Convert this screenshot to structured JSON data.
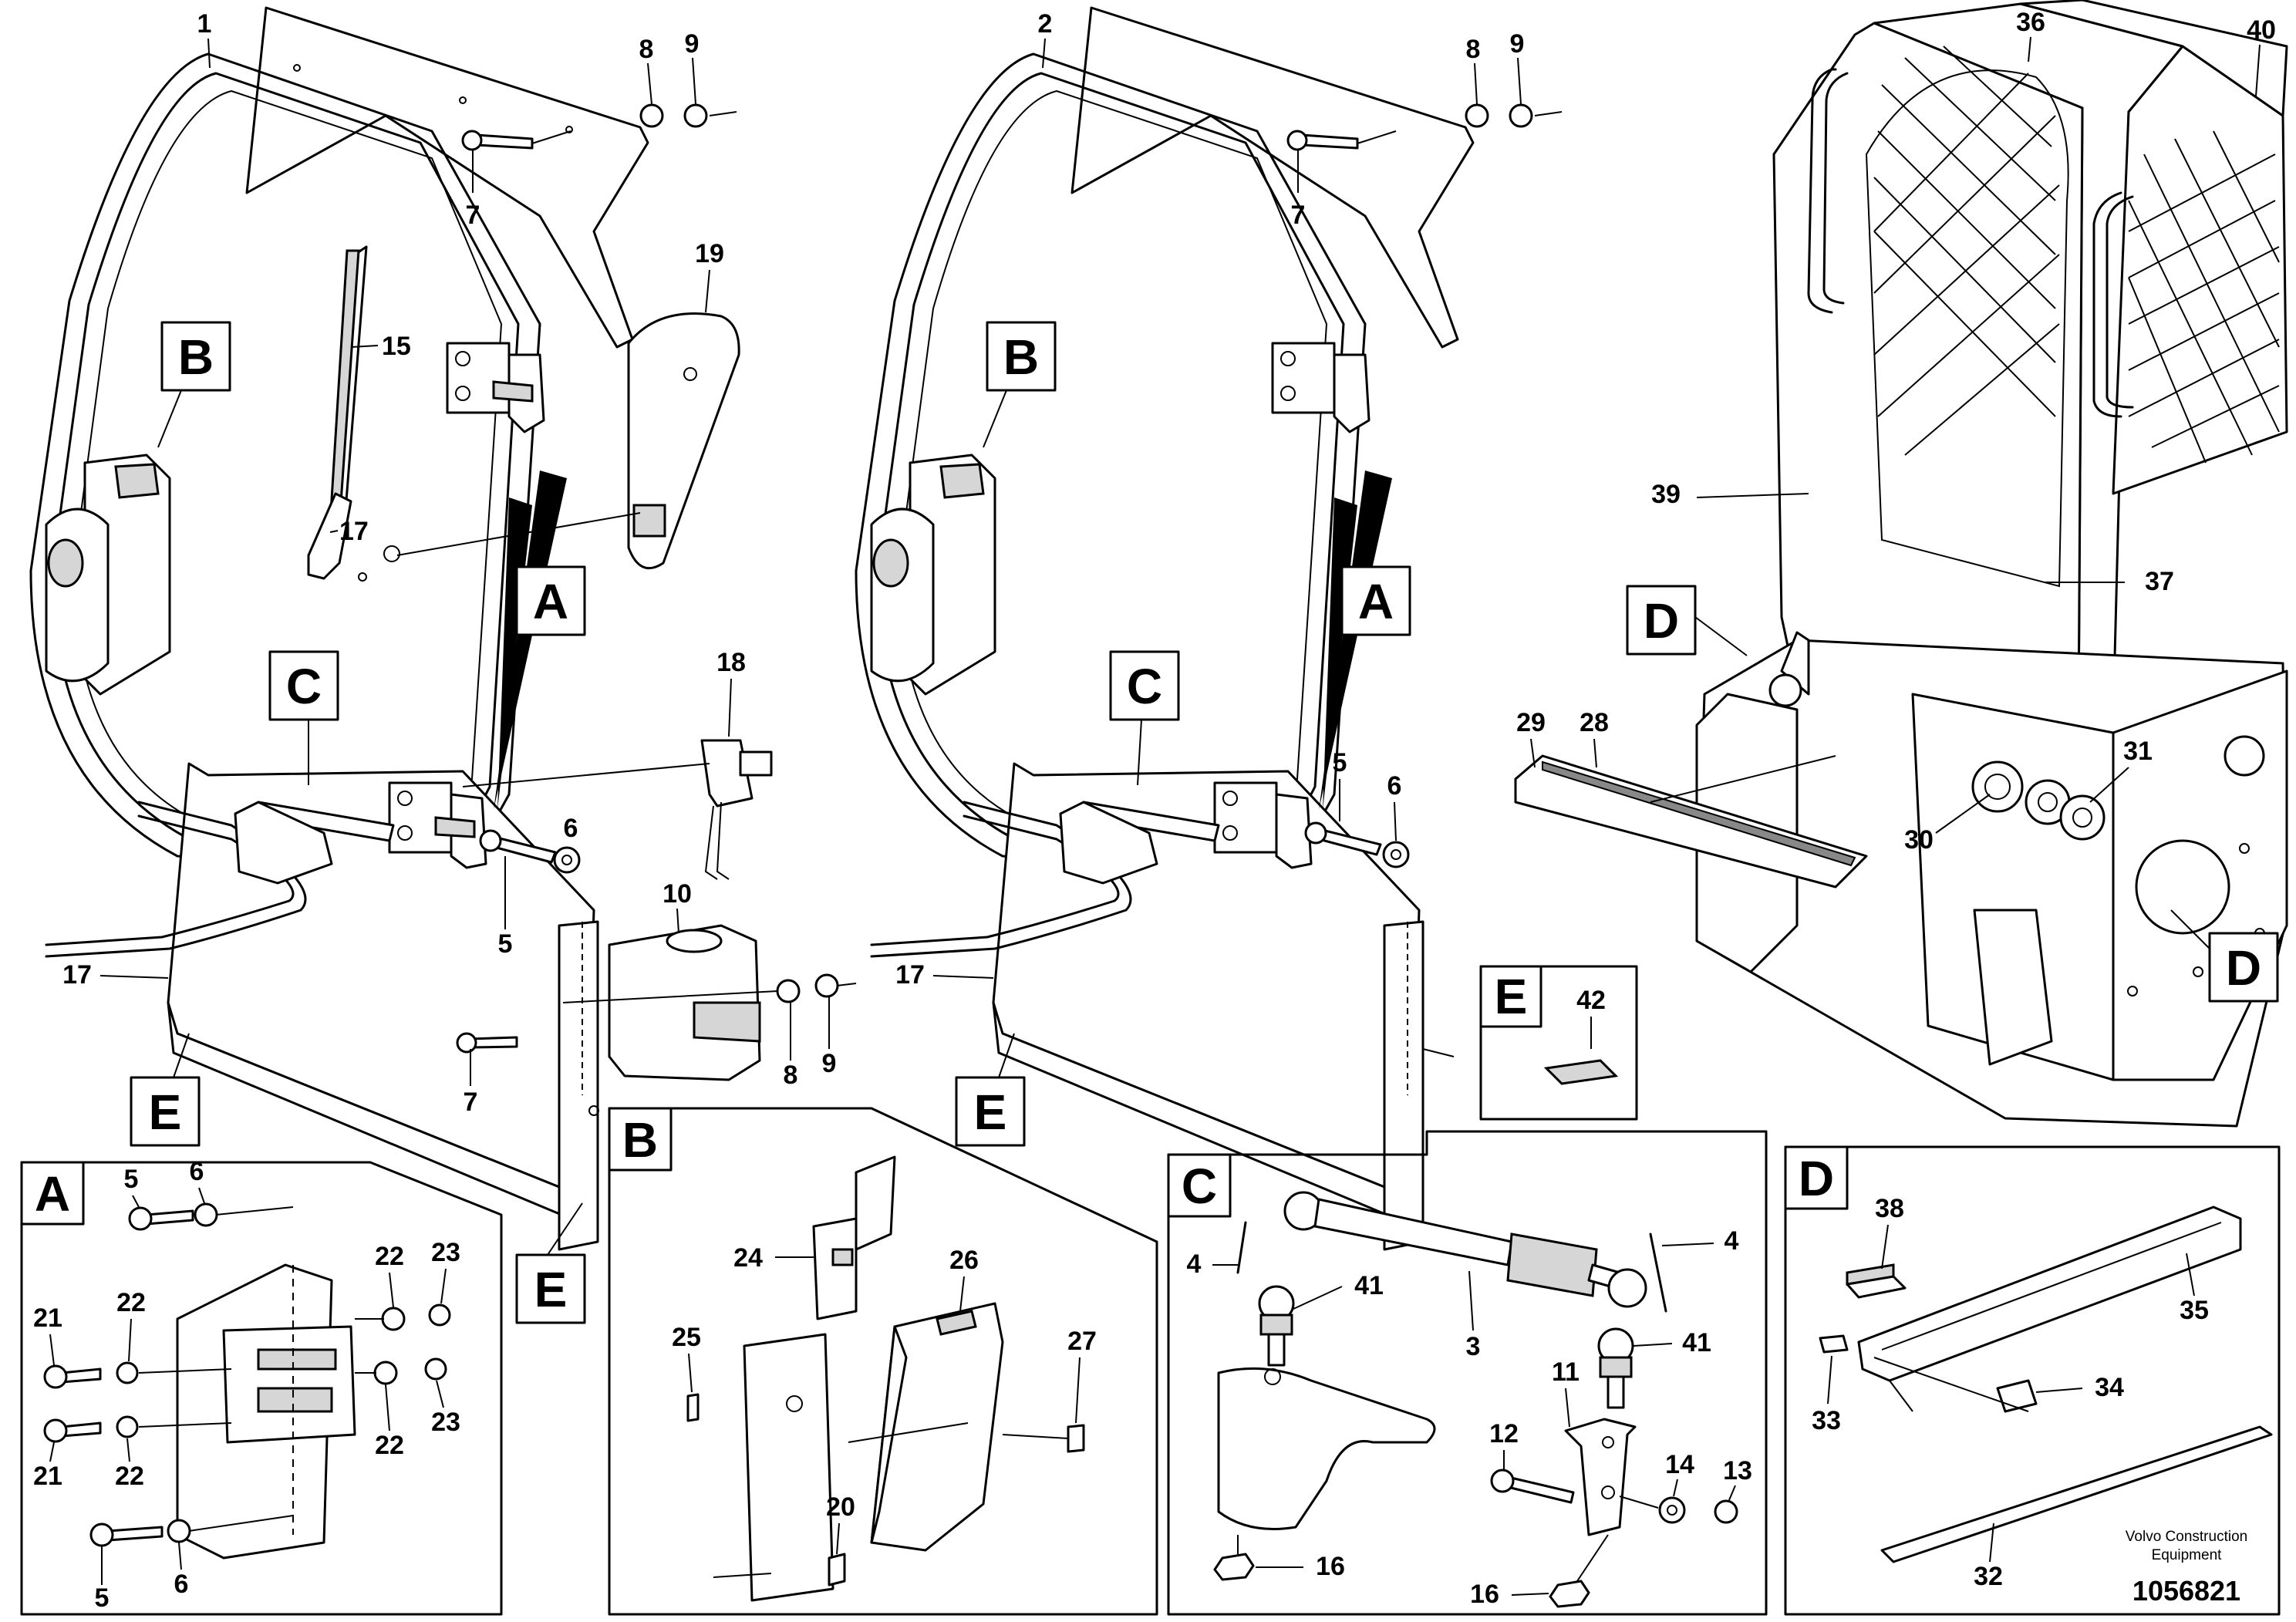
{
  "footer": {
    "brand_line1": "Volvo Construction",
    "brand_line2": "Equipment",
    "drawing_number": "1056821"
  },
  "letters": {
    "A": "A",
    "B": "B",
    "C": "C",
    "D": "D",
    "E": "E"
  },
  "parts": {
    "p1": "1",
    "p2": "2",
    "p3": "3",
    "p4": "4",
    "p5": "5",
    "p6": "6",
    "p7": "7",
    "p8": "8",
    "p9": "9",
    "p10": "10",
    "p11": "11",
    "p12": "12",
    "p13": "13",
    "p14": "14",
    "p15": "15",
    "p16": "16",
    "p17": "17",
    "p18": "18",
    "p19": "19",
    "p20": "20",
    "p21": "21",
    "p22": "22",
    "p23": "23",
    "p24": "24",
    "p25": "25",
    "p26": "26",
    "p27": "27",
    "p28": "28",
    "p29": "29",
    "p30": "30",
    "p31": "31",
    "p32": "32",
    "p33": "33",
    "p34": "34",
    "p35": "35",
    "p36": "36",
    "p37": "37",
    "p38": "38",
    "p39": "39",
    "p40": "40",
    "p41": "41",
    "p42": "42"
  }
}
